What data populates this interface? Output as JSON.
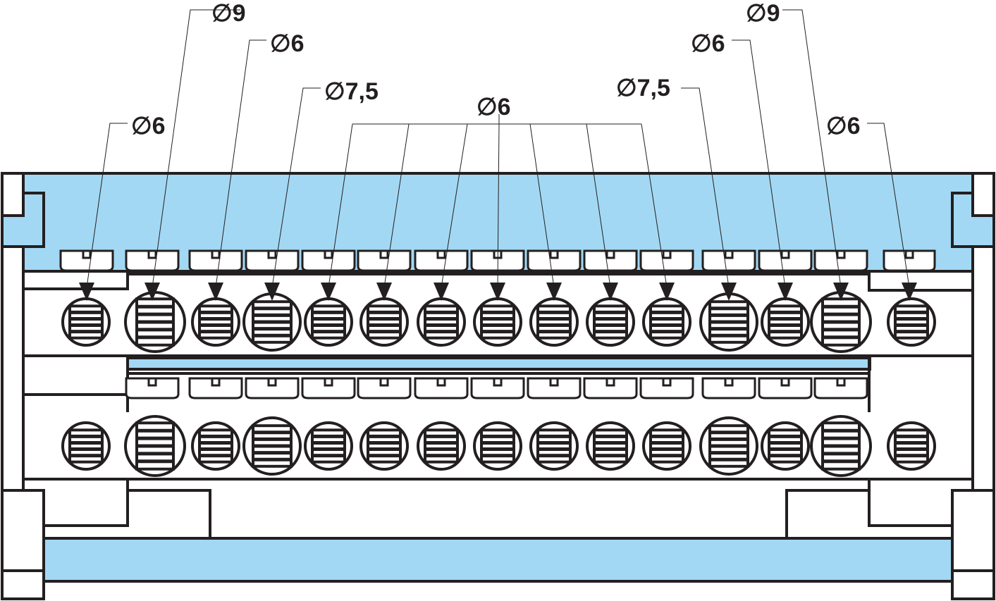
{
  "colors": {
    "outline": "#231f20",
    "housing": "#a3d8f4",
    "background": "#ffffff"
  },
  "labels": [
    {
      "text": "∅9"
    },
    {
      "text": "∅6"
    },
    {
      "text": "∅7,5"
    },
    {
      "text": "∅6"
    },
    {
      "text": "∅6"
    },
    {
      "text": "∅9"
    },
    {
      "text": "∅6"
    },
    {
      "text": "∅7,5"
    },
    {
      "text": "∅6"
    }
  ],
  "top_row": [
    {
      "diameter": "∅6"
    },
    {
      "diameter": "∅9"
    },
    {
      "diameter": "∅6"
    },
    {
      "diameter": "∅7,5"
    },
    {
      "diameter": "∅6"
    },
    {
      "diameter": "∅6"
    },
    {
      "diameter": "∅6"
    },
    {
      "diameter": "∅6"
    },
    {
      "diameter": "∅6"
    },
    {
      "diameter": "∅6"
    },
    {
      "diameter": "∅6"
    },
    {
      "diameter": "∅7,5"
    },
    {
      "diameter": "∅6"
    },
    {
      "diameter": "∅9"
    },
    {
      "diameter": "∅6"
    }
  ],
  "bottom_row": [
    {
      "diameter": "∅6"
    },
    {
      "diameter": "∅9"
    },
    {
      "diameter": "∅6"
    },
    {
      "diameter": "∅7,5"
    },
    {
      "diameter": "∅6"
    },
    {
      "diameter": "∅6"
    },
    {
      "diameter": "∅6"
    },
    {
      "diameter": "∅6"
    },
    {
      "diameter": "∅6"
    },
    {
      "diameter": "∅6"
    },
    {
      "diameter": "∅6"
    },
    {
      "diameter": "∅7,5"
    },
    {
      "diameter": "∅6"
    },
    {
      "diameter": "∅9"
    },
    {
      "diameter": "∅6"
    }
  ]
}
